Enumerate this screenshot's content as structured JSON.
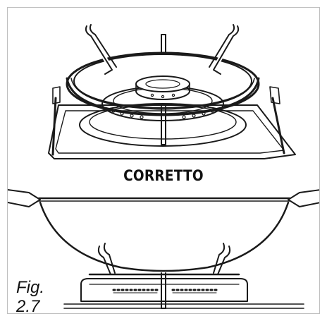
{
  "caption": "CORRETTO",
  "figure": {
    "label": "Fig.",
    "number": "2.7"
  },
  "colors": {
    "stroke": "#1a1a1a",
    "frame": "#bfbfbf",
    "background": "#ffffff"
  }
}
